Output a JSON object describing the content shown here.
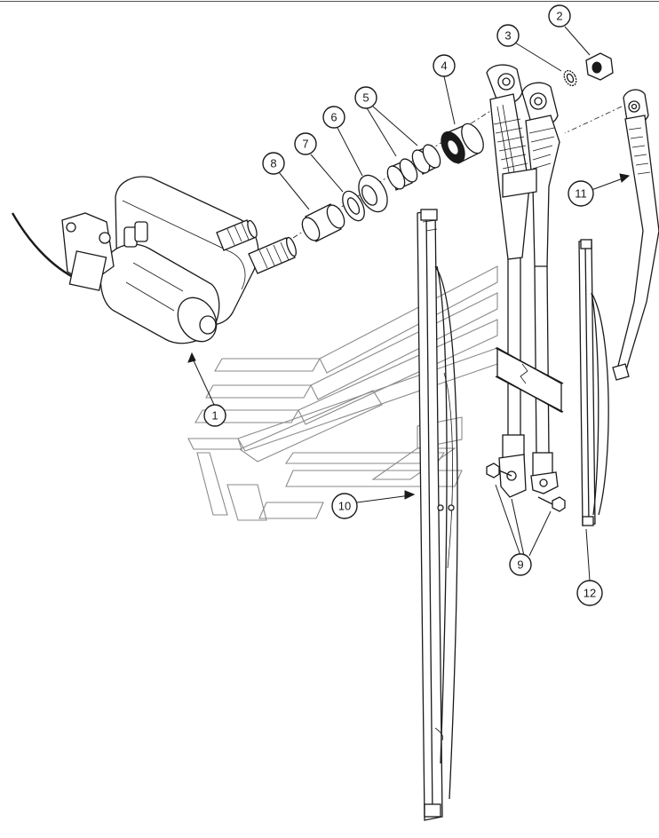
{
  "callouts": [
    {
      "id": "1",
      "label": "1"
    },
    {
      "id": "2",
      "label": "2"
    },
    {
      "id": "3",
      "label": "3"
    },
    {
      "id": "4",
      "label": "4"
    },
    {
      "id": "5",
      "label": "5"
    },
    {
      "id": "6",
      "label": "6"
    },
    {
      "id": "7",
      "label": "7"
    },
    {
      "id": "8",
      "label": "8"
    },
    {
      "id": "9",
      "label": "9"
    },
    {
      "id": "10",
      "label": "10"
    },
    {
      "id": "11",
      "label": "11"
    },
    {
      "id": "12",
      "label": "12"
    }
  ],
  "colors": {
    "line": "#1a1a1a",
    "watermark": "#8a8a8a",
    "background": "#ffffff"
  },
  "parts": [
    "wiper-motor",
    "nut",
    "lock-washer",
    "seal-cap",
    "bushing",
    "washer",
    "spacer",
    "sleeve",
    "bolt",
    "wiper-blade",
    "wiper-arm",
    "wiper-blade-short"
  ]
}
